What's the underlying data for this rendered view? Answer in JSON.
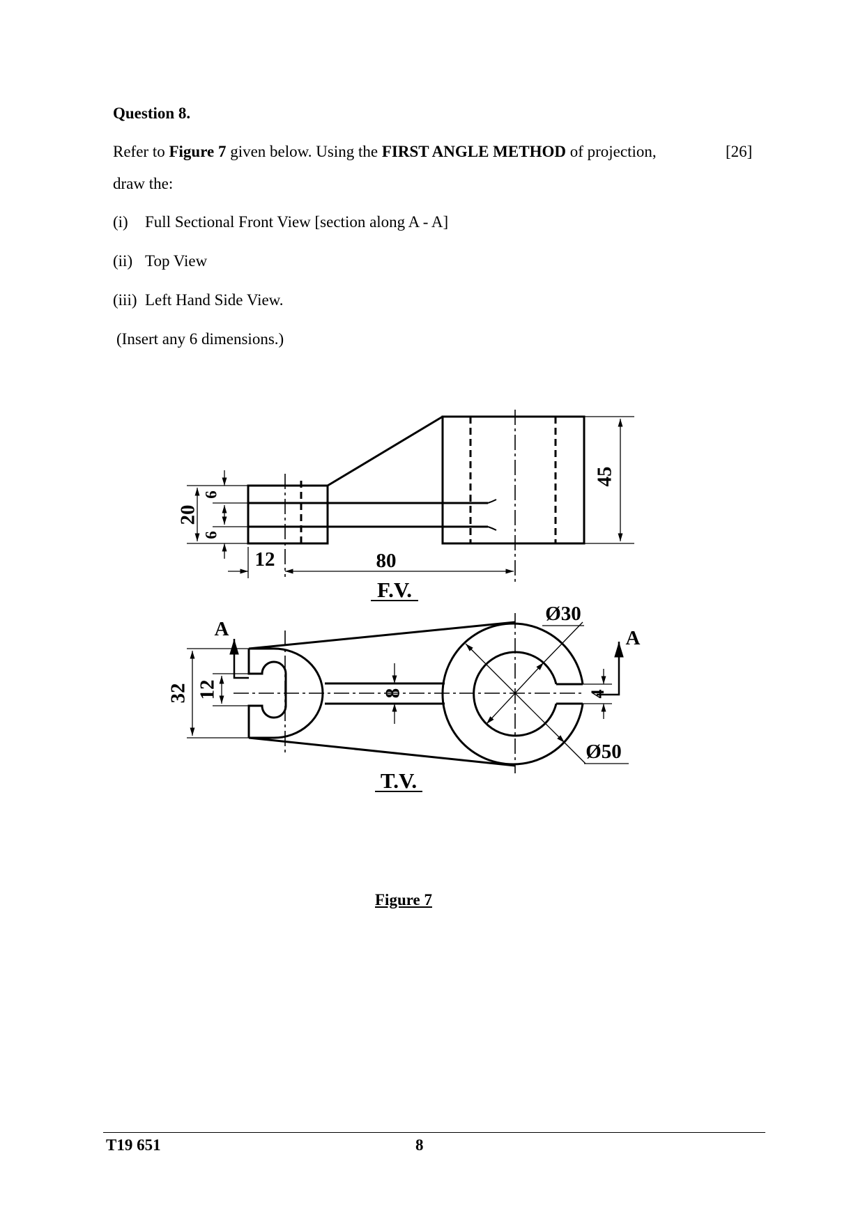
{
  "question": {
    "title": "Question 8.",
    "intro_refer": "Refer to ",
    "intro_figure": "Figure 7",
    "intro_mid": " given below. Using the ",
    "intro_method": "FIRST ANGLE METHOD",
    "intro_end": " of projection,",
    "intro_cont": "draw the:",
    "marks": "[26]",
    "items": [
      {
        "num": "(i)",
        "text": "Full Sectional Front View [section along A - A]"
      },
      {
        "num": "(ii)",
        "text": "Top View"
      },
      {
        "num": "(iii)",
        "text": "Left Hand Side View."
      }
    ],
    "note": "(Insert any 6 dimensions.)"
  },
  "figure": {
    "caption": "Figure 7",
    "front_view_label": "F.V.",
    "top_view_label": "T.V.",
    "section_label_left": "A",
    "section_label_right": "A",
    "dims": {
      "height_left": "20",
      "slot_top": "6",
      "slot_bottom": "6",
      "width_left": "12",
      "center_distance": "80",
      "height_right": "45",
      "width_fork": "32",
      "slot_width": "12",
      "arm_width": "8",
      "gap_width": "4",
      "inner_dia": "Ø30",
      "outer_dia": "Ø50"
    }
  },
  "footer": {
    "code": "T19 651",
    "page": "8"
  }
}
